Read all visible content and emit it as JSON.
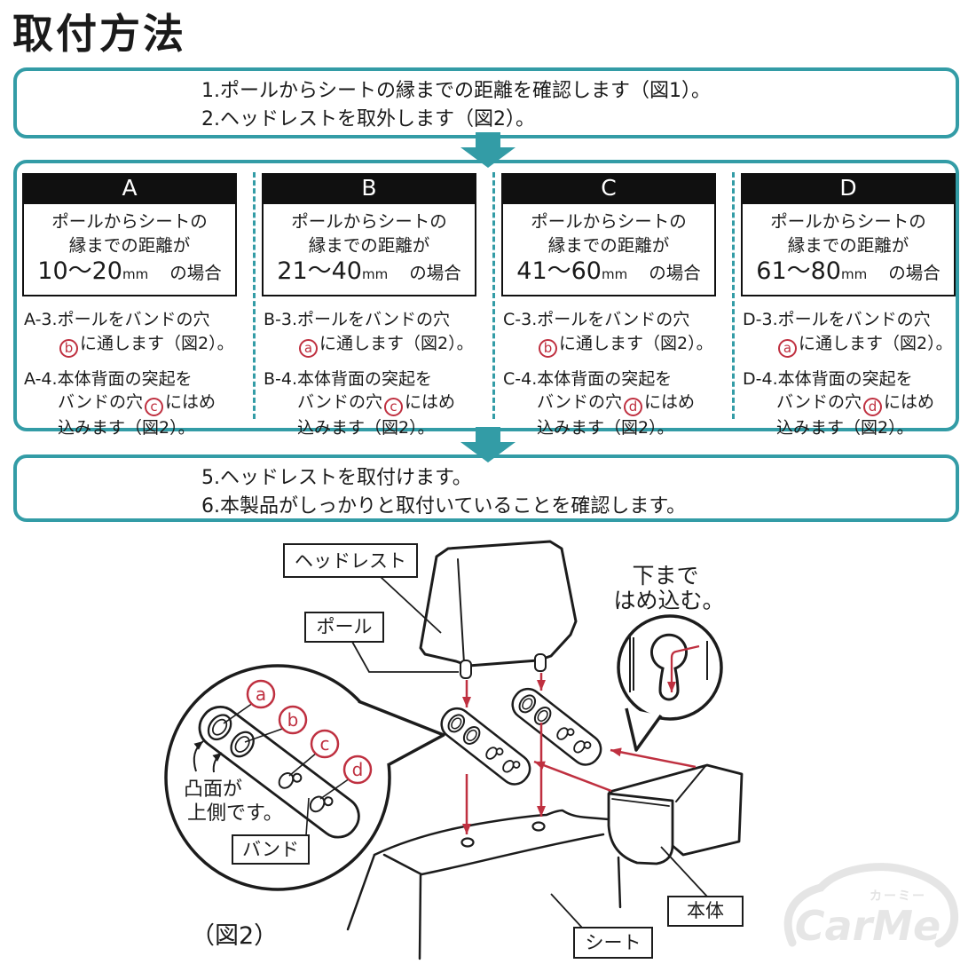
{
  "title": "取付方法",
  "colors": {
    "teal": "#339CA6",
    "red": "#BF3040",
    "header_black": "#101010"
  },
  "intro_box": {
    "line1": "1.ポールからシートの縁までの距離を確認します（図1）。",
    "line2": "2.ヘッドレストを取外します（図2）。"
  },
  "outro_box": {
    "line1": "5.ヘッドレストを取付けます。",
    "line2": "6.本製品がしっかりと取付いていることを確認します。"
  },
  "columns": [
    {
      "letter": "A",
      "cond_line1": "ポールからシートの",
      "cond_line2": "縁までの距離が",
      "range": "10〜20",
      "unit": "mm",
      "case_suffix": "の場合",
      "step3_line1": "A-3.ポールをバンドの穴",
      "step3_hole": "b",
      "step3_line2_suffix": "に通します（図2）。",
      "step4_line1": "A-4.本体背面の突起を",
      "step4_line2_prefix": "バンドの穴",
      "step4_hole": "c",
      "step4_line2_suffix": "にはめ",
      "step4_line3": "込みます（図2）。"
    },
    {
      "letter": "B",
      "cond_line1": "ポールからシートの",
      "cond_line2": "縁までの距離が",
      "range": "21〜40",
      "unit": "mm",
      "case_suffix": "の場合",
      "step3_line1": "B-3.ポールをバンドの穴",
      "step3_hole": "a",
      "step3_line2_suffix": "に通します（図2）。",
      "step4_line1": "B-4.本体背面の突起を",
      "step4_line2_prefix": "バンドの穴",
      "step4_hole": "c",
      "step4_line2_suffix": "にはめ",
      "step4_line3": "込みます（図2）。"
    },
    {
      "letter": "C",
      "cond_line1": "ポールからシートの",
      "cond_line2": "縁までの距離が",
      "range": "41〜60",
      "unit": "mm",
      "case_suffix": "の場合",
      "step3_line1": "C-3.ポールをバンドの穴",
      "step3_hole": "b",
      "step3_line2_suffix": "に通します（図2）。",
      "step4_line1": "C-4.本体背面の突起を",
      "step4_line2_prefix": "バンドの穴",
      "step4_hole": "d",
      "step4_line2_suffix": "にはめ",
      "step4_line3": "込みます（図2）。"
    },
    {
      "letter": "D",
      "cond_line1": "ポールからシートの",
      "cond_line2": "縁までの距離が",
      "range": "61〜80",
      "unit": "mm",
      "case_suffix": "の場合",
      "step3_line1": "D-3.ポールをバンドの穴",
      "step3_hole": "a",
      "step3_line2_suffix": "に通します（図2）。",
      "step4_line1": "D-4.本体背面の突起を",
      "step4_line2_prefix": "バンドの穴",
      "step4_hole": "d",
      "step4_line2_suffix": "にはめ",
      "step4_line3": "込みます（図2）。"
    }
  ],
  "illustration": {
    "labels": {
      "headrest": "ヘッドレスト",
      "pole": "ポール",
      "band": "バンド",
      "body": "本体",
      "seat": "シート"
    },
    "push_note": {
      "line1": "下まで",
      "line2": "はめ込む。"
    },
    "convex_note": {
      "line1": "凸面が",
      "line2": "上側です。"
    },
    "hole_labels": [
      "a",
      "b",
      "c",
      "d"
    ],
    "figure_caption": "（図2）"
  },
  "watermark": {
    "name": "CarMe",
    "kana": "カーミー"
  }
}
